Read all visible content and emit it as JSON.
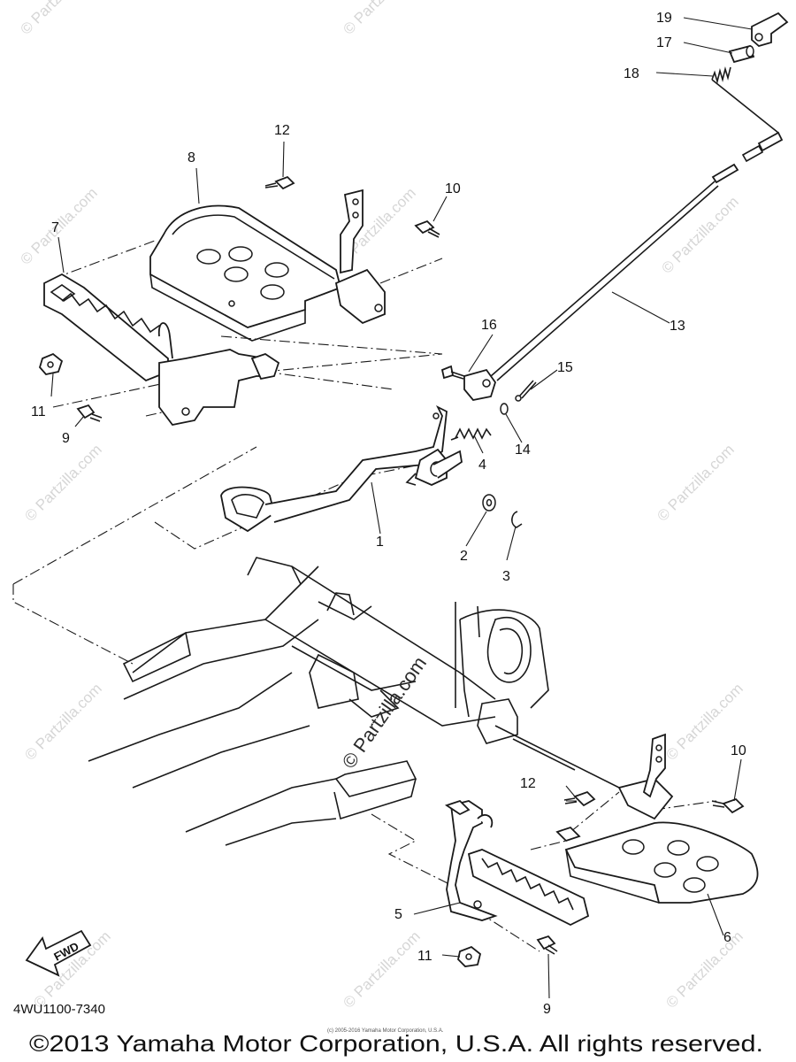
{
  "diagram": {
    "code": "4WU1100-7340",
    "fwd_label": "FWD",
    "watermark": "© Partzilla.com",
    "fine_print": "(c) 2005-2016 Yamaha Motor Corporation, U.S.A.",
    "copyright": "©2013 Yamaha Motor Corporation, U.S.A. All rights reserved."
  },
  "callouts": {
    "c1": "1",
    "c2": "2",
    "c3": "3",
    "c4": "4",
    "c5": "5",
    "c6": "6",
    "c7": "7",
    "c8": "8",
    "c9a": "9",
    "c9b": "9",
    "c10a": "10",
    "c10b": "10",
    "c11a": "11",
    "c11b": "11",
    "c12a": "12",
    "c12b": "12",
    "c13": "13",
    "c14": "14",
    "c15": "15",
    "c16": "16",
    "c17": "17",
    "c18": "18",
    "c19": "19"
  }
}
